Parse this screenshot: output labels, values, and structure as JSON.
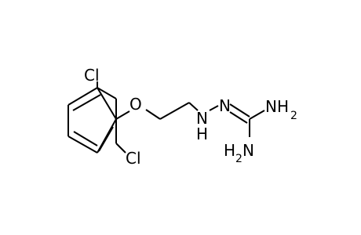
{
  "molecule": {
    "atoms": {
      "cl_top": "Cl",
      "cl_bottom": "Cl",
      "oxygen": "O",
      "nh_n": "N",
      "nh_h": "H",
      "imine_n": "N",
      "amine_right": "NH",
      "amine_right_sub": "2",
      "amine_bottom_h": "H",
      "amine_bottom_sub": "2",
      "amine_bottom_n": "N"
    }
  }
}
